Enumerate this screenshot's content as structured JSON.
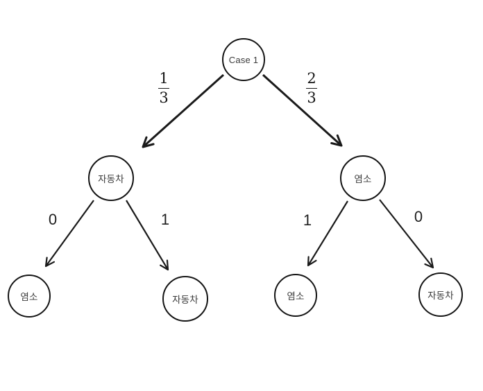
{
  "diagram": {
    "type": "probability-tree",
    "nodes": {
      "root": {
        "label": "Case 1"
      },
      "mid_left": {
        "label": "자동차"
      },
      "mid_right": {
        "label": "염소"
      },
      "leaf_1": {
        "label": "염소"
      },
      "leaf_2": {
        "label": "자동차"
      },
      "leaf_3": {
        "label": "염소"
      },
      "leaf_4": {
        "label": "자동차"
      }
    },
    "edges": {
      "root_to_mid_left": {
        "numerator": "1",
        "denominator": "3"
      },
      "root_to_mid_right": {
        "numerator": "2",
        "denominator": "3"
      },
      "mid_left_to_leaf_1": {
        "label": "0"
      },
      "mid_left_to_leaf_2": {
        "label": "1"
      },
      "mid_right_to_leaf_3": {
        "label": "1"
      },
      "mid_right_to_leaf_4": {
        "label": "0"
      }
    },
    "colors": {
      "line": "#1a1a1a",
      "node_border": "#141414",
      "text": "#3a3a3a",
      "background": "#ffffff"
    }
  }
}
